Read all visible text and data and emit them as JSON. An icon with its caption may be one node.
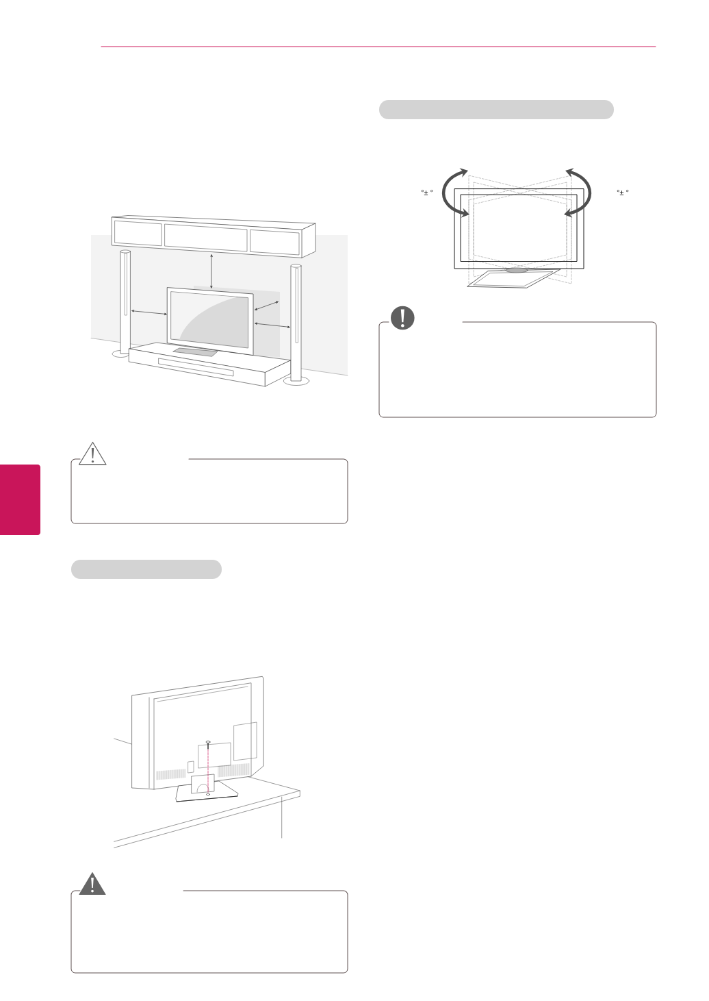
{
  "diagram": {
    "nodes": [
      {
        "text": [],
        "shape": "box"
      },
      {
        "text": [],
        "shape": "bar"
      },
      {
        "text": [],
        "shape": "box"
      },
      {
        "text": [],
        "shape": "bar"
      },
      {
        "text": [],
        "shape": "box"
      },
      {
        "text": [],
        "shape": "tab"
      }
    ],
    "labels": [
      "°± °",
      "°± °"
    ]
  }
}
